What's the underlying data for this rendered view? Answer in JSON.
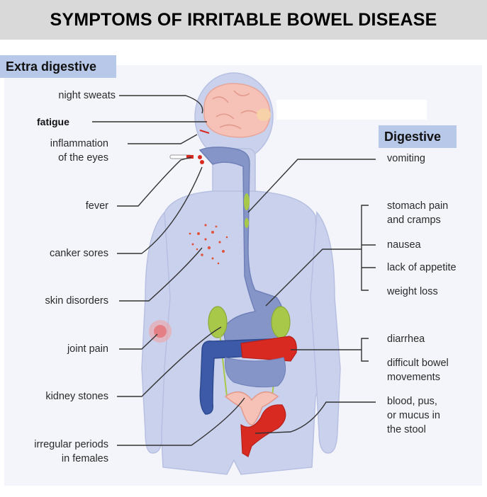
{
  "title": "SYMPTOMS OF IRRITABLE BOWEL DISEASE",
  "sections": {
    "extra_digestive": "Extra digestive",
    "digestive": "Digestive"
  },
  "left_labels": [
    {
      "id": "night-sweats",
      "text": "night sweats"
    },
    {
      "id": "fatigue",
      "text": "fatigue"
    },
    {
      "id": "inflammation-eyes",
      "text": "inflammation\nof the eyes"
    },
    {
      "id": "fever",
      "text": "fever"
    },
    {
      "id": "canker-sores",
      "text": "canker sores"
    },
    {
      "id": "skin-disorders",
      "text": "skin disorders"
    },
    {
      "id": "joint-pain",
      "text": "joint pain"
    },
    {
      "id": "kidney-stones",
      "text": "kidney stones"
    },
    {
      "id": "irregular-periods",
      "text": "irregular periods\nin females"
    }
  ],
  "right_labels": [
    {
      "id": "vomiting",
      "text": "vomiting"
    },
    {
      "id": "stomach-pain",
      "text": "stomach pain\nand cramps"
    },
    {
      "id": "nausea",
      "text": "nausea"
    },
    {
      "id": "lack-appetite",
      "text": "lack of appetite"
    },
    {
      "id": "weight-loss",
      "text": "weight loss"
    },
    {
      "id": "diarrhea",
      "text": "diarrhea"
    },
    {
      "id": "difficult-bowel",
      "text": "difficult bowel\nmovements"
    },
    {
      "id": "blood-stool",
      "text": "blood, pus,\nor mucus in\nthe stool"
    }
  ],
  "colors": {
    "body": "#c9d1ec",
    "body_outline": "#b7c0e2",
    "digestive_tract": "#8595c8",
    "brain": "#f6c1b6",
    "colon_blue": "#3c5aa8",
    "inflamed": "#d92a22",
    "kidney": "#a8c84a",
    "line": "#333333"
  }
}
